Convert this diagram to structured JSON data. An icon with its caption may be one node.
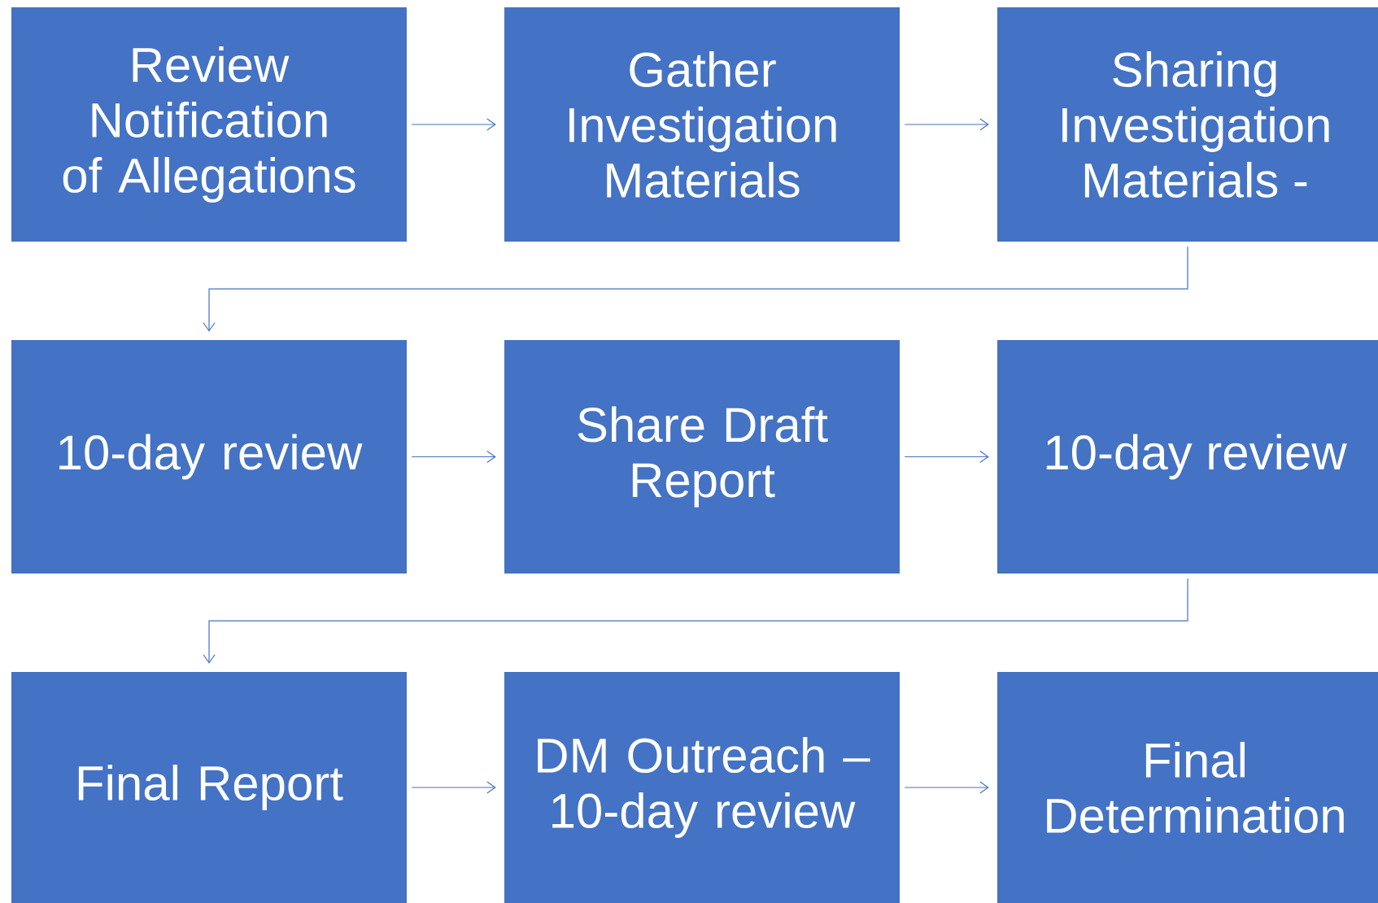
{
  "diagram": {
    "nodes": [
      {
        "text": [
          "Review Notification of Allegations"
        ]
      },
      {
        "text": [
          "Gather Investigation Materials"
        ]
      },
      {
        "text": [
          "Sharing Investigation Materials -"
        ]
      },
      {
        "text": [
          "10-day review"
        ]
      },
      {
        "text": [
          "Share Draft Report"
        ]
      },
      {
        "text": [
          "10-day review"
        ]
      },
      {
        "text": [
          "Final Report"
        ]
      },
      {
        "text": [
          "DM Outreach – 10-day review"
        ]
      },
      {
        "text": [
          "Final Determination"
        ]
      }
    ],
    "edges": [
      {
        "from": 0,
        "to": 1,
        "arrow": "to"
      },
      {
        "from": 1,
        "to": 2,
        "arrow": "to"
      },
      {
        "from": 2,
        "to": 3,
        "arrow": "to"
      },
      {
        "from": 3,
        "to": 4,
        "arrow": "to"
      },
      {
        "from": 4,
        "to": 5,
        "arrow": "to"
      },
      {
        "from": 5,
        "to": 6,
        "arrow": "to"
      },
      {
        "from": 6,
        "to": 7,
        "arrow": "to"
      },
      {
        "from": 7,
        "to": 8,
        "arrow": "to"
      }
    ]
  }
}
